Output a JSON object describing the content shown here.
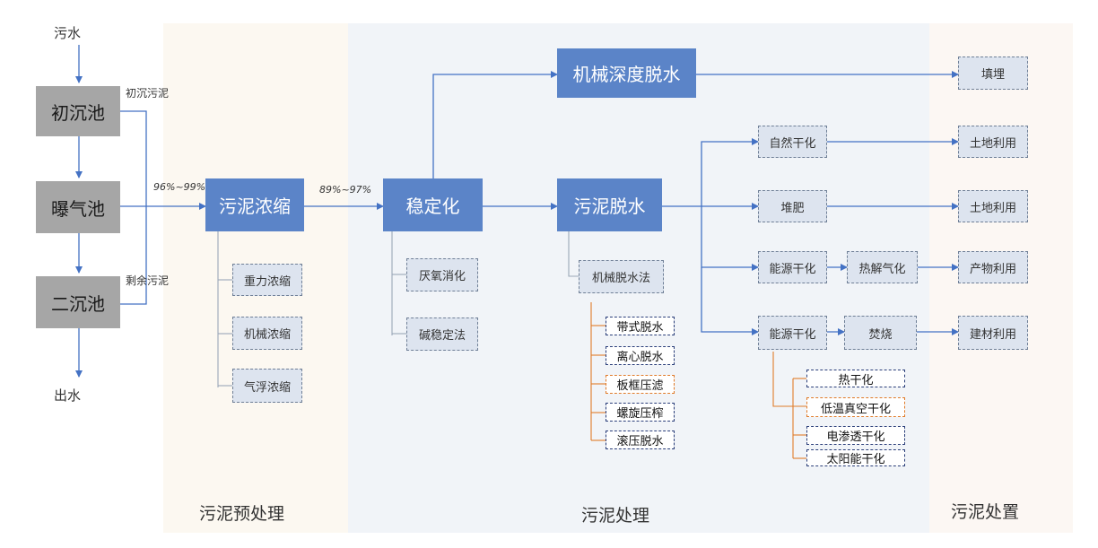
{
  "colors": {
    "arrow": "#4472c4",
    "orange": "#e07b2a",
    "navy": "#2b3f7a",
    "pretreat_bg": "#fcf8f1",
    "treat_bg": "#f1f4f8",
    "dispose_bg": "#fcf7f3"
  },
  "labels": {
    "sewage": "污水",
    "effluent": "出水",
    "primary_sludge": "初沉污泥",
    "surplus_sludge": "剩余污泥",
    "pct1": "96%~99%",
    "pct2": "89%~97%",
    "section_pretreat": "污泥预处理",
    "section_treat": "污泥处理",
    "section_dispose": "污泥处置"
  },
  "nodes": {
    "primary_tank": "初沉池",
    "aeration_tank": "曝气池",
    "secondary_tank": "二沉池",
    "thickening": "污泥浓缩",
    "gravity_thick": "重力浓缩",
    "mech_thick": "机械浓缩",
    "float_thick": "气浮浓缩",
    "stabilization": "稳定化",
    "anaerobic": "厌氧消化",
    "alkaline": "碱稳定法",
    "deep_dewater": "机械深度脱水",
    "dewatering": "污泥脱水",
    "mech_dewater": "机械脱水法",
    "belt": "带式脱水",
    "centrifuge": "离心脱水",
    "plate": "板框压滤",
    "screw": "螺旋压榨",
    "roller": "滚压脱水",
    "natural_dry": "自然干化",
    "compost": "堆肥",
    "energy_dry1": "能源干化",
    "pyrolysis": "热解气化",
    "energy_dry2": "能源干化",
    "incineration": "焚烧",
    "thermal_dry": "热干化",
    "vacuum_dry": "低温真空干化",
    "electro_dry": "电渗透干化",
    "solar_dry": "太阳能干化",
    "landfill": "填埋",
    "land_use1": "土地利用",
    "land_use2": "土地利用",
    "product_use": "产物利用",
    "building_use": "建材利用"
  }
}
